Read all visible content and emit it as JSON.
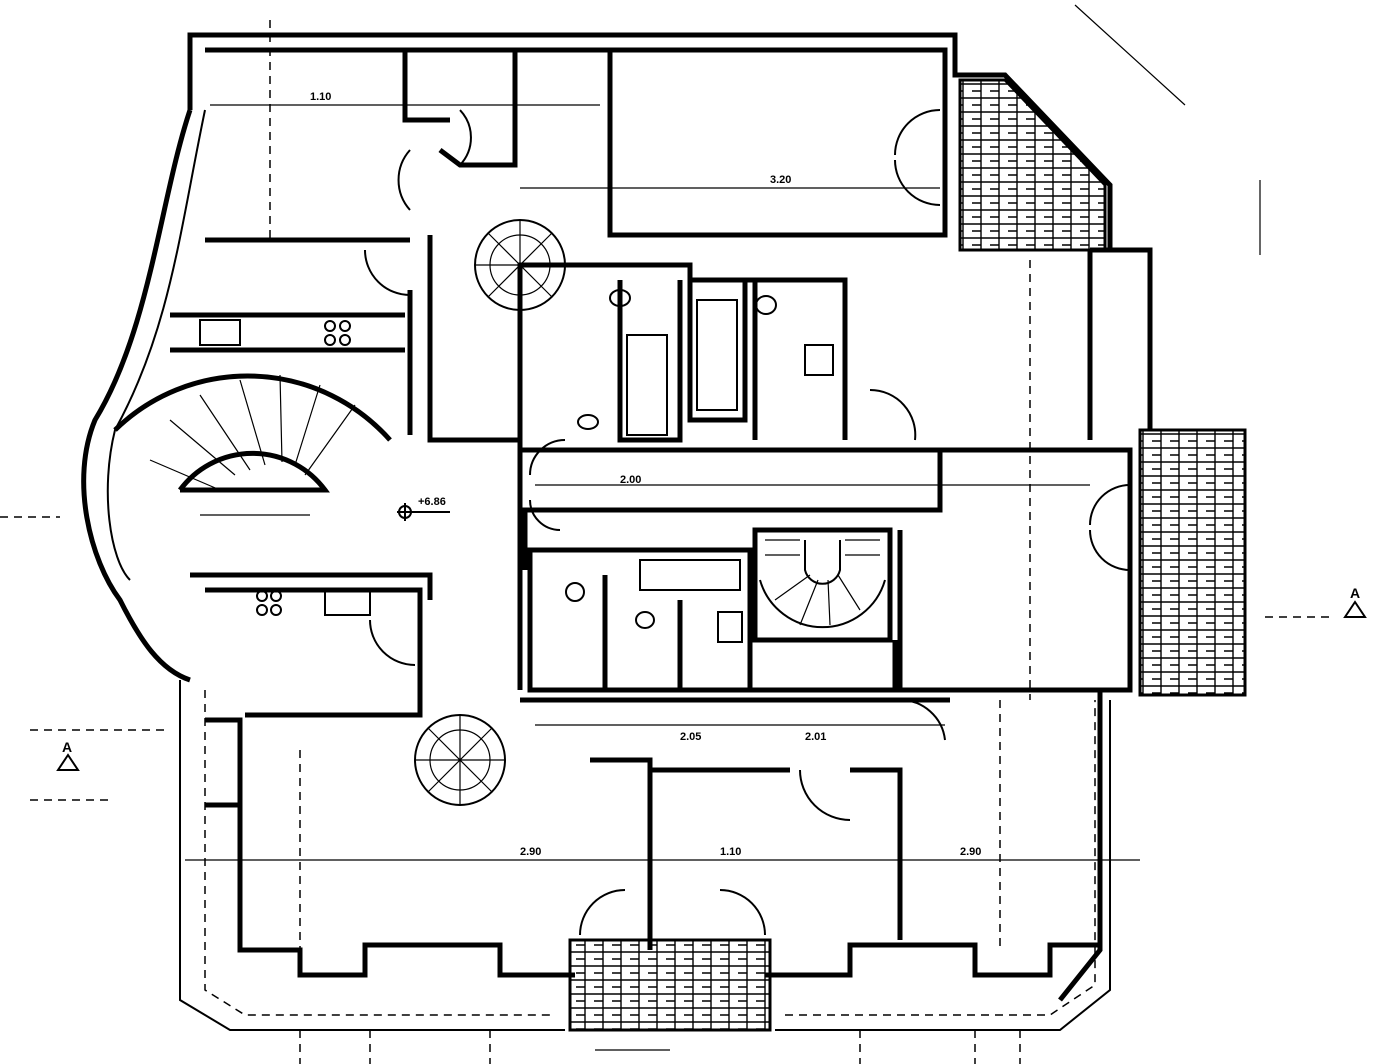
{
  "drawing": {
    "type": "floor-plan",
    "level_marker": "+6.86",
    "section_marker": "A",
    "ink_color": "#000000",
    "paper_color": "#ffffff"
  }
}
